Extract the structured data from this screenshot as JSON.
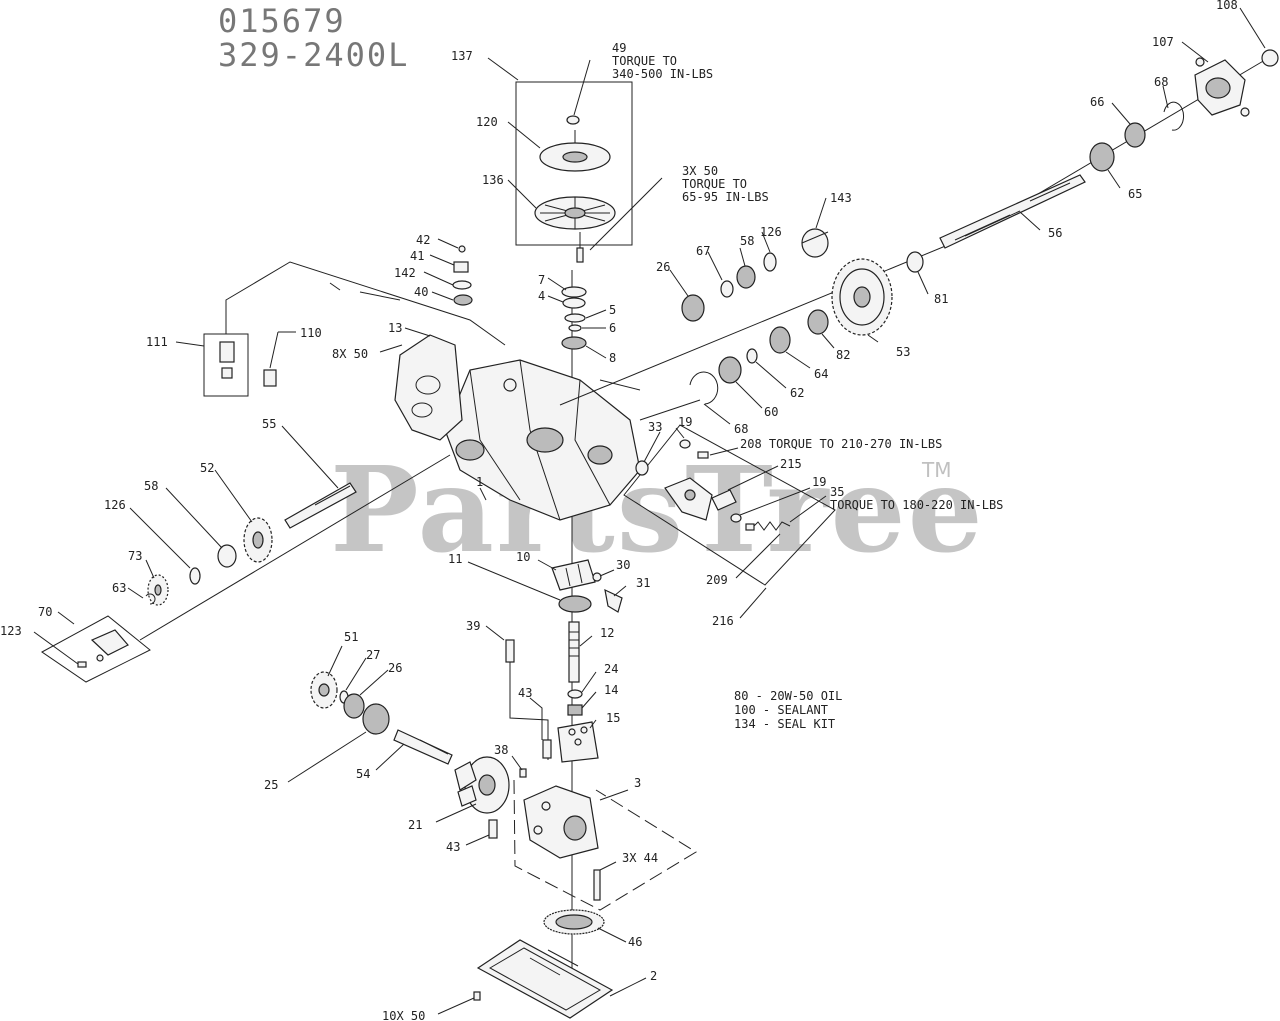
{
  "header": {
    "line1": "015679",
    "line2": "329-2400L"
  },
  "watermark": {
    "text": "PartsTree",
    "tm": "TM"
  },
  "notes": [
    "80 - 20W-50 OIL",
    "100 - SEALANT",
    "134 - SEAL KIT"
  ],
  "torque_notes": {
    "n49": [
      "49",
      "TORQUE TO",
      "340-500 IN-LBS"
    ],
    "n50": [
      "3X  50",
      "TORQUE TO",
      "65-95 IN-LBS"
    ],
    "n208": "208 TORQUE TO 210-270 IN-LBS",
    "n35": [
      "35",
      "TORQUE TO 180-220 IN-LBS"
    ]
  },
  "callouts": {
    "c137": "137",
    "c120": "120",
    "c136": "136",
    "c108": "108",
    "c107": "107",
    "c68a": "68",
    "c66": "66",
    "c65": "65",
    "c56": "56",
    "c143": "143",
    "c126a": "126",
    "c58a": "58",
    "c67": "67",
    "c26a": "26",
    "c81": "81",
    "c53": "53",
    "c82": "82",
    "c64": "64",
    "c62": "62",
    "c60": "60",
    "c68b": "68",
    "c42": "42",
    "c41": "41",
    "c142": "142",
    "c40": "40",
    "c7": "7",
    "c4": "4",
    "c5": "5",
    "c6": "6",
    "c8": "8",
    "c111": "111",
    "c110": "110",
    "c13": "13",
    "c8x50": "8X 50",
    "c55": "55",
    "c33": "33",
    "c19a": "19",
    "c215": "215",
    "c19b": "19",
    "c52": "52",
    "c58b": "58",
    "c126b": "126",
    "c73": "73",
    "c63": "63",
    "c1": "1",
    "c10": "10",
    "c11": "11",
    "c30": "30",
    "c31": "31",
    "c209": "209",
    "c216": "216",
    "c70": "70",
    "c123": "123",
    "c39": "39",
    "c12": "12",
    "c51": "51",
    "c27": "27",
    "c26b": "26",
    "c24": "24",
    "c43a": "43",
    "c14": "14",
    "c15": "15",
    "c25": "25",
    "c54": "54",
    "c38": "38",
    "c3": "3",
    "c21": "21",
    "c43b": "43",
    "c3x44": "3X 44",
    "c46": "46",
    "c2": "2",
    "c10x50": "10X 50"
  }
}
